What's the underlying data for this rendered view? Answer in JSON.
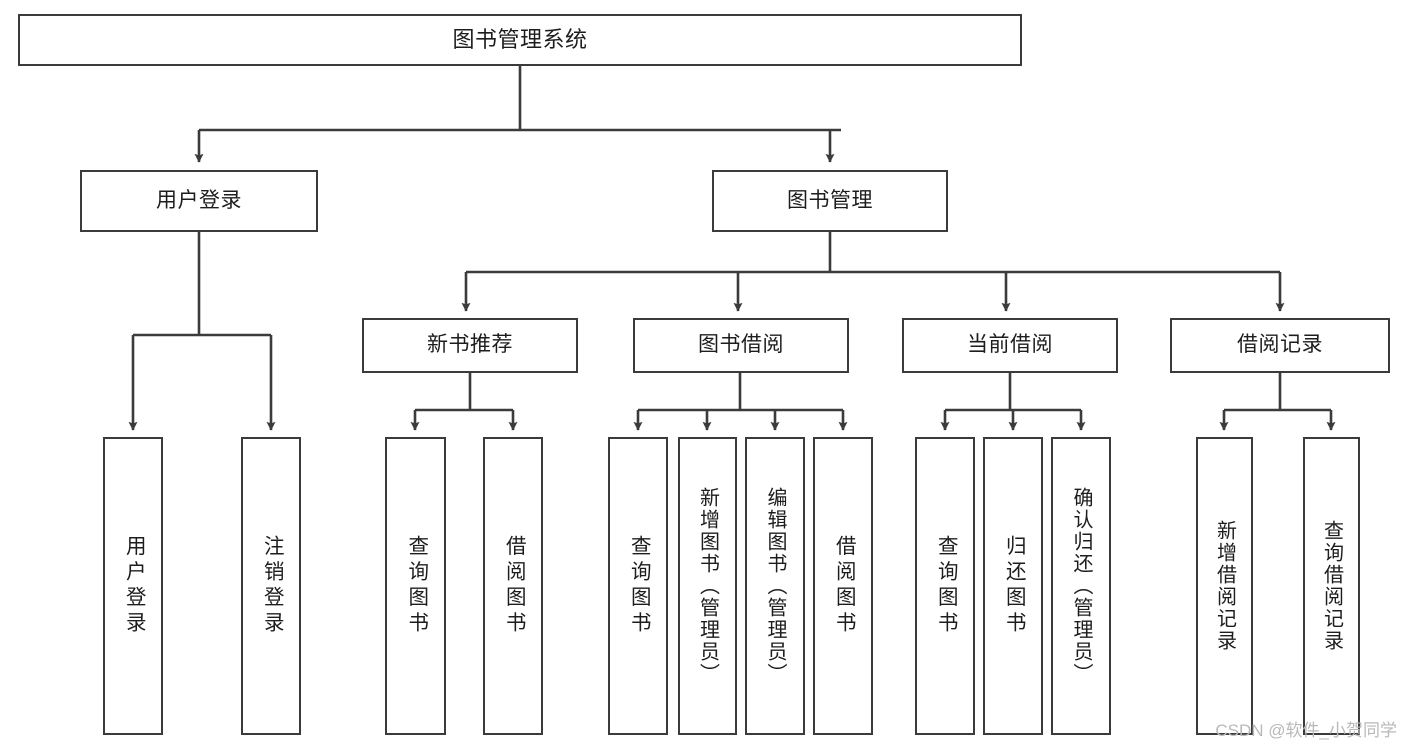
{
  "diagram": {
    "title": "图书管理系统",
    "type": "tree-hierarchy",
    "watermark": "CSDN @软件_小贺同学",
    "colors": {
      "stroke": "#3b3b3b",
      "fill": "#ffffff",
      "text": "#1d1d1d",
      "watermark": "#b9b9b9"
    },
    "nodes": {
      "root": {
        "label": "图书管理系统"
      },
      "level2": [
        {
          "id": "user-login",
          "label": "用户登录"
        },
        {
          "id": "book-manage",
          "label": "图书管理"
        }
      ],
      "level3": [
        {
          "id": "new-book-recommend",
          "label": "新书推荐"
        },
        {
          "id": "book-borrow",
          "label": "图书借阅"
        },
        {
          "id": "current-borrow",
          "label": "当前借阅"
        },
        {
          "id": "borrow-record",
          "label": "借阅记录"
        }
      ],
      "leaves": {
        "user-login": [
          {
            "id": "leaf-user-login",
            "label": "用户登录"
          },
          {
            "id": "leaf-logout",
            "label": "注销登录"
          }
        ],
        "new-book-recommend": [
          {
            "id": "leaf-query-book-1",
            "label": "查询图书"
          },
          {
            "id": "leaf-borrow-book-1",
            "label": "借阅图书"
          }
        ],
        "book-borrow": [
          {
            "id": "leaf-query-book-2",
            "label": "查询图书"
          },
          {
            "id": "leaf-add-book",
            "label": "新增图书（管理员）"
          },
          {
            "id": "leaf-edit-book",
            "label": "编辑图书（管理员）"
          },
          {
            "id": "leaf-borrow-book-2",
            "label": "借阅图书"
          }
        ],
        "current-borrow": [
          {
            "id": "leaf-query-book-3",
            "label": "查询图书"
          },
          {
            "id": "leaf-return-book",
            "label": "归还图书"
          },
          {
            "id": "leaf-confirm-return",
            "label": "确认归还（管理员）"
          }
        ],
        "borrow-record": [
          {
            "id": "leaf-add-record",
            "label": "新增借阅记录"
          },
          {
            "id": "leaf-query-record",
            "label": "查询借阅记录"
          }
        ]
      }
    }
  }
}
